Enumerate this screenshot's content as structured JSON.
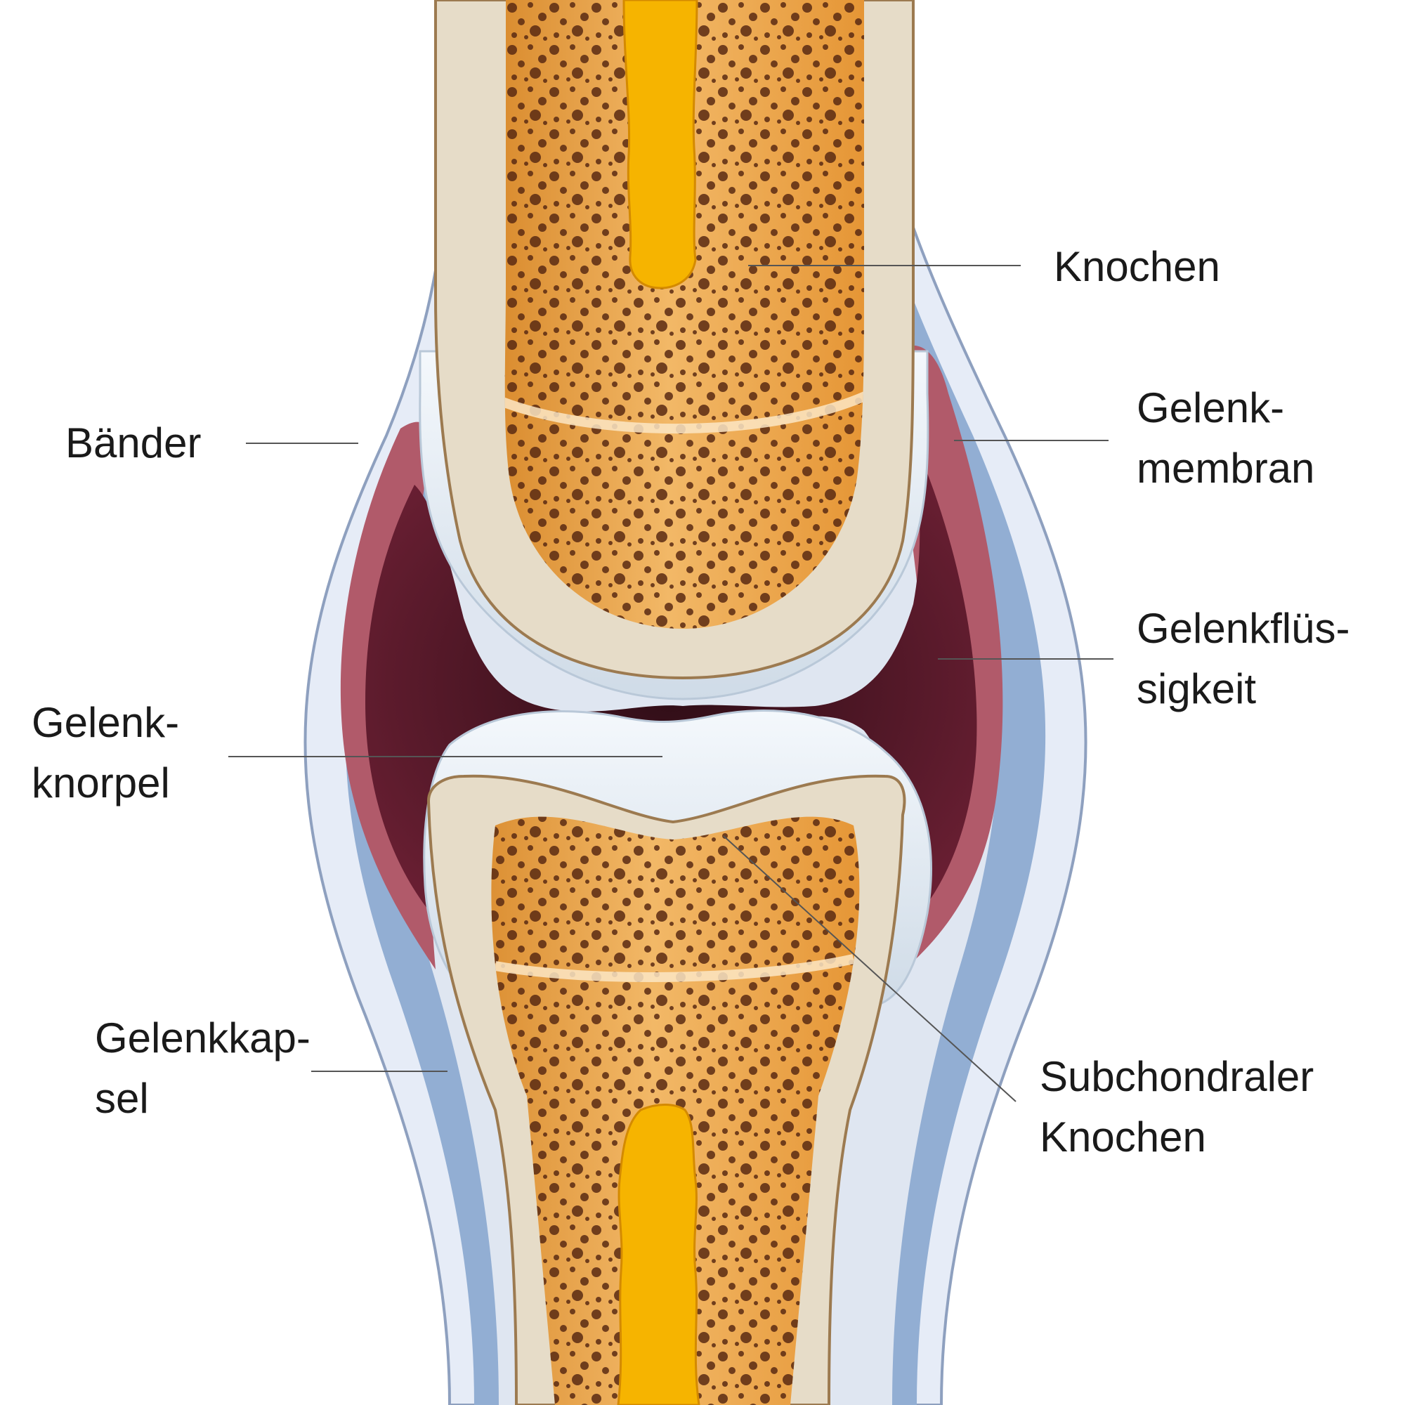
{
  "colors": {
    "outer_tissue": "#e6ecf7",
    "capsule": "#92aed3",
    "membrane": "#b15a6a",
    "fluid": "#4e1626",
    "cartilage": "#eef3f8",
    "cortex": "#e6dcc8",
    "spongy_bone": "#e9a23e",
    "marrow": "#f6b400",
    "leader_line": "#555555"
  },
  "labels": {
    "knochen": [
      "Knochen"
    ],
    "baender": [
      "Bänder"
    ],
    "gelenkmembran": [
      "Gelenk-",
      "membran"
    ],
    "gelenkfluessigkeit": [
      "Gelenkflüs-",
      "sigkeit"
    ],
    "gelenkknorpel": [
      "Gelenk-",
      "knorpel"
    ],
    "gelenkkapsel": [
      "Gelenkkap-",
      "sel"
    ],
    "subchondraler_knochen": [
      "Subchondraler",
      "Knochen"
    ]
  }
}
